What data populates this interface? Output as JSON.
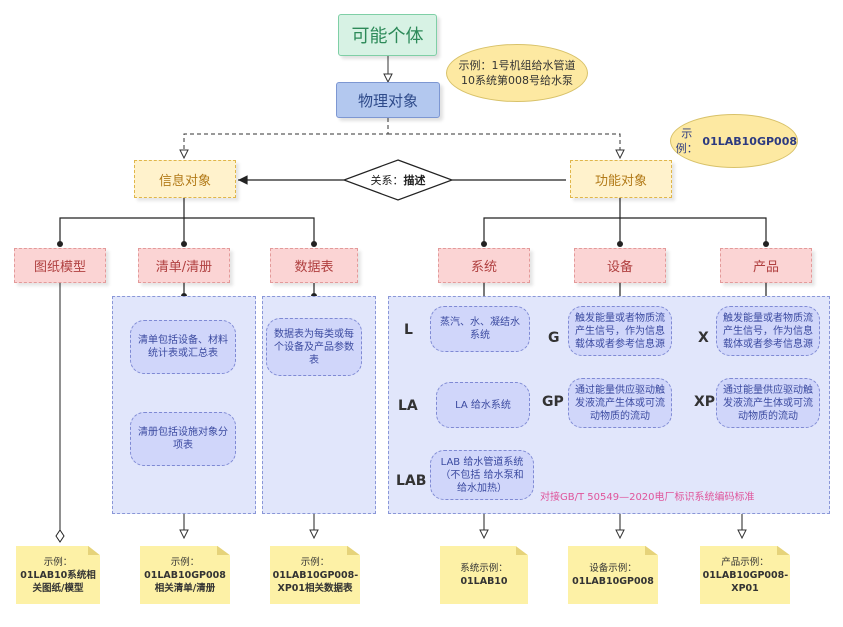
{
  "top": {
    "individual": "可能个体",
    "physical": "物理对象"
  },
  "callouts": {
    "physical_example_line1": "示例：1号机组给水管道",
    "physical_example_line2": "10系统第008号给水泵",
    "functional_example_prefix": "示例：",
    "functional_example_code": "01LAB10GP008"
  },
  "middle": {
    "info": "信息对象",
    "functional": "功能对象",
    "relation_prefix": "关系：",
    "relation_value": "描述"
  },
  "info_children": {
    "drawing": "图纸模型",
    "list": "清单/清册",
    "datasheet": "数据表"
  },
  "func_children": {
    "system": "系统",
    "equipment": "设备",
    "product": "产品"
  },
  "list_pills": [
    "清单包括设备、材料统计表或汇总表",
    "清册包括设施对象分项表"
  ],
  "datasheet_pill": "数据表为每类或每个设备及产品参数表",
  "system_rows": [
    {
      "code": "L",
      "text": "蒸汽、水、凝结水系统"
    },
    {
      "code": "LA",
      "text": "LA 给水系统"
    },
    {
      "code": "LAB",
      "text": "LAB 给水管道系统（不包括 给水泵和给水加热）"
    }
  ],
  "equipment_rows": [
    {
      "code": "G",
      "text": "触发能量或者物质流产生信号，作为信息载体或者参考信息源"
    },
    {
      "code": "GP",
      "text": "通过能量供应驱动触发液流产生体或可流动物质的流动"
    }
  ],
  "product_rows": [
    {
      "code": "X",
      "text": "触发能量或者物质流产生信号，作为信息载体或者参考信息源"
    },
    {
      "code": "XP",
      "text": "通过能量供应驱动触发液流产生体或可流动物质的流动"
    }
  ],
  "standard_note": "对接GB/T 50549—2020电厂标识系统编码标准",
  "examples": [
    {
      "line1": "示例：",
      "line2": "01LAB10系统相关图纸/模型"
    },
    {
      "line1": "示例：",
      "line2": "01LAB10GP008相关清单/清册"
    },
    {
      "line1": "示例：",
      "line2": "01LAB10GP008-XP01相关数据表"
    },
    {
      "line1": "系统示例：",
      "line2": "01LAB10"
    },
    {
      "line1": "设备示例：",
      "line2": "01LAB10GP008"
    },
    {
      "line1": "产品示例：",
      "line2": "01LAB10GP008-XP01"
    }
  ],
  "colors": {
    "green": "#d7f2e4",
    "blue": "#b3c8ef",
    "yellow": "#fff2cc",
    "pink": "#fbd4d4",
    "area": "#e1e6fb",
    "note": "#fdf1a6",
    "standard": "#e0559b"
  }
}
